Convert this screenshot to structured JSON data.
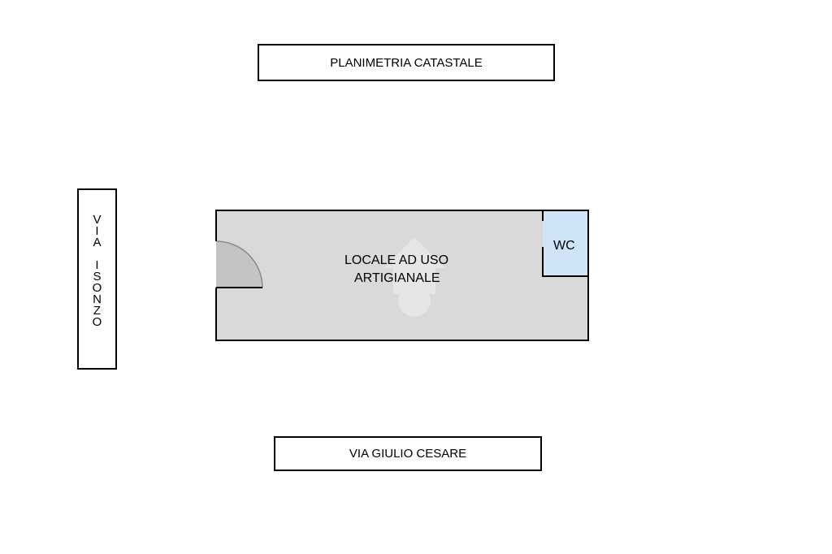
{
  "title": "PLANIMETRIA CATASTALE",
  "streets": {
    "bottom": "VIA GIULIO CESARE",
    "left": "VIA ISONZO"
  },
  "rooms": {
    "main": {
      "line1": "LOCALE AD USO",
      "line2": "ARTIGIANALE"
    },
    "wc": "WC"
  },
  "colors": {
    "room_fill": "#d9d9d9",
    "wc_fill": "#cfe4f6",
    "wall": "#000000",
    "door_arc": "#8a8a8a"
  }
}
